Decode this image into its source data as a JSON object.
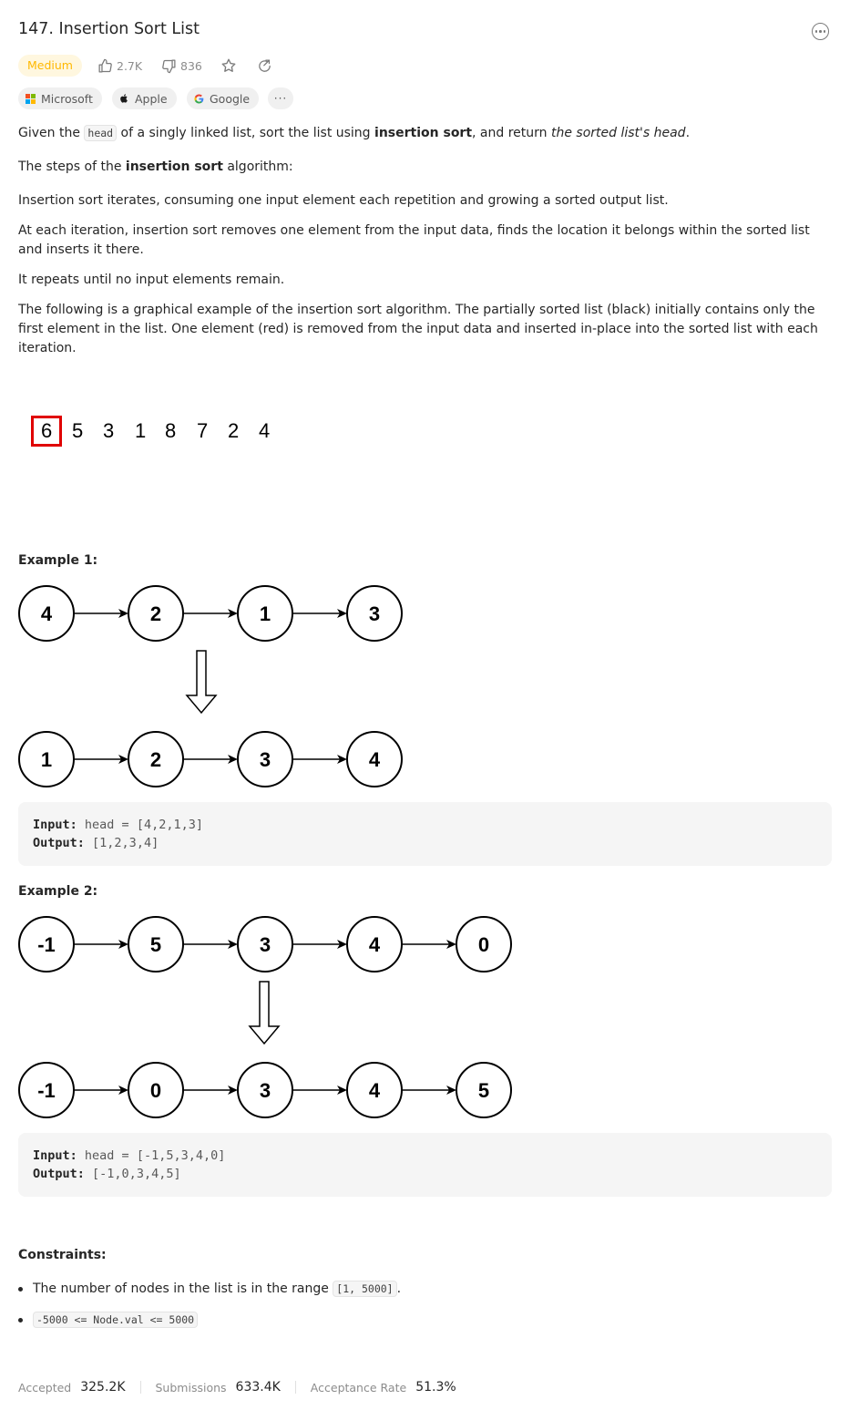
{
  "problem": {
    "title": "147. Insertion Sort List",
    "difficulty": "Medium",
    "likes": "2.7K",
    "dislikes": "836"
  },
  "companies": [
    {
      "name": "Microsoft"
    },
    {
      "name": "Apple"
    },
    {
      "name": "Google"
    }
  ],
  "more_chips_label": "···",
  "description": {
    "p1_a": "Given the ",
    "p1_code": "head",
    "p1_b": " of a singly linked list, sort the list using ",
    "p1_bold": "insertion sort",
    "p1_c": ", and return ",
    "p1_ital": "the sorted list's head",
    "p1_d": ".",
    "p2_a": "The steps of the ",
    "p2_bold": "insertion sort",
    "p2_b": " algorithm:",
    "p3": "Insertion sort iterates, consuming one input element each repetition and growing a sorted output list.",
    "p4": "At each iteration, insertion sort removes one element from the input data, finds the location it belongs within the sorted list and inserts it there.",
    "p5": "It repeats until no input elements remain.",
    "p6": "The following is a graphical example of the insertion sort algorithm. The partially sorted list (black) initially contains only the first element in the list. One element (red) is removed from the input data and inserted in-place into the sorted list with each iteration."
  },
  "demo_numbers": [
    "6",
    "5",
    "3",
    "1",
    "8",
    "7",
    "2",
    "4"
  ],
  "examples": [
    {
      "title": "Example 1:",
      "input_list": [
        "4",
        "2",
        "1",
        "3"
      ],
      "output_list": [
        "1",
        "2",
        "3",
        "4"
      ],
      "input_label": "Input:",
      "input_value": "head = [4,2,1,3]",
      "output_label": "Output:",
      "output_value": "[1,2,3,4]"
    },
    {
      "title": "Example 2:",
      "input_list": [
        "-1",
        "5",
        "3",
        "4",
        "0"
      ],
      "output_list": [
        "-1",
        "0",
        "3",
        "4",
        "5"
      ],
      "input_label": "Input:",
      "input_value": "head = [-1,5,3,4,0]",
      "output_label": "Output:",
      "output_value": "[-1,0,3,4,5]"
    }
  ],
  "constraints": {
    "title": "Constraints:",
    "c1_a": "The number of nodes in the list is in the range ",
    "c1_code": "[1, 5000]",
    "c1_b": ".",
    "c2_code": "-5000 <= Node.val <= 5000"
  },
  "stats": {
    "accepted_label": "Accepted",
    "accepted": "325.2K",
    "submissions_label": "Submissions",
    "submissions": "633.4K",
    "rate_label": "Acceptance Rate",
    "rate": "51.3%"
  },
  "colors": {
    "medium": "#ffb800",
    "medium_bg": "#fff7df",
    "highlight_red": "#e00000"
  }
}
